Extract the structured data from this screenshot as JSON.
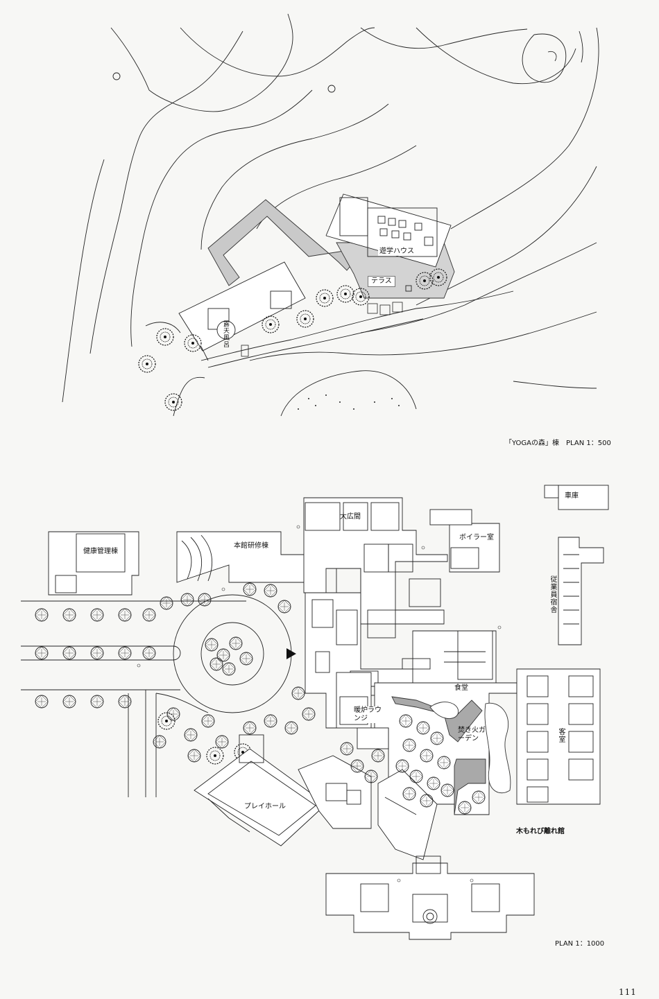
{
  "top_plan": {
    "labels": {
      "rotenburo": "露天風呂",
      "yugaku_house": "遊学ハウス",
      "terrace": "テラス"
    },
    "caption": "「YOGAの森」棟　PLAN 1：500"
  },
  "main_plan": {
    "labels": {
      "garage": "車庫",
      "boiler_room": "ボイラー室",
      "daihiroma": "大広間",
      "health_building": "健康管理棟",
      "honkan_kenshu": "本館研修棟",
      "staff_dorm": "従業員宿舎",
      "dining": "食堂",
      "danro_lounge": "暖炉ラウンジ",
      "takibi_garden": "焚き火ガーデン",
      "guest_rooms": "客室",
      "playhall": "プレイホール",
      "komorebi_annex": "木もれび離れ館"
    },
    "caption": "PLAN 1：1000"
  },
  "page_number": "111"
}
